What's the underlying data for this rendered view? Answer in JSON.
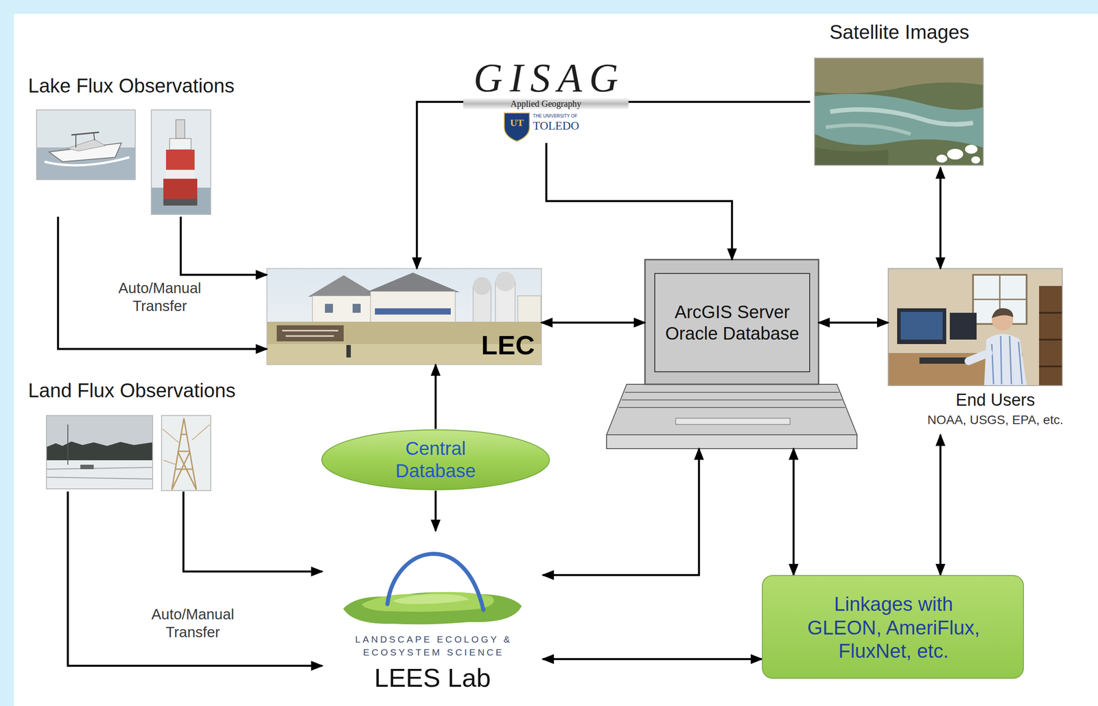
{
  "diagram": {
    "nodes": [
      {
        "text": [
          "Lake Flux Observations"
        ]
      },
      {
        "text": [
          "GISAG",
          "Applied Geography",
          "UT",
          "THE UNIVERSITY OF",
          "TOLEDO"
        ]
      },
      {
        "text": [
          "Satellite Images"
        ]
      },
      {
        "text": [
          "LEC"
        ]
      },
      {
        "text": [
          "ArcGIS Server Oracle Database"
        ]
      },
      {
        "text": [
          "End Users",
          "NOAA, USGS, EPA, etc."
        ]
      },
      {
        "text": [
          "Land Flux Observations"
        ]
      },
      {
        "text": [
          "Central Database"
        ]
      },
      {
        "text": [
          "LANDSCAPE ECOLOGY & ECOSYSTEM SCIENCE",
          "LEES Lab"
        ]
      },
      {
        "text": [
          "Linkages with GLEON, AmeriFlux, FluxNet, etc."
        ]
      }
    ],
    "edges": [
      {
        "from": 0,
        "to": 3,
        "arrow": "to"
      },
      {
        "from": 0,
        "to": 3,
        "arrow": "to"
      },
      {
        "from": 2,
        "to": 1,
        "arrow": "none"
      },
      {
        "from": 1,
        "to": 3,
        "arrow": "to"
      },
      {
        "from": 1,
        "to": 4,
        "arrow": "to"
      },
      {
        "from": 3,
        "to": 4,
        "arrow": "both"
      },
      {
        "from": 4,
        "to": 5,
        "arrow": "both"
      },
      {
        "from": 2,
        "to": 5,
        "arrow": "both"
      },
      {
        "from": 7,
        "to": 3,
        "arrow": "to"
      },
      {
        "from": 7,
        "to": 8,
        "arrow": "to"
      },
      {
        "from": 6,
        "to": 8,
        "arrow": "to"
      },
      {
        "from": 6,
        "to": 8,
        "arrow": "to"
      },
      {
        "from": 8,
        "to": 4,
        "arrow": "both"
      },
      {
        "from": 4,
        "to": 9,
        "arrow": "both"
      },
      {
        "from": 5,
        "to": 9,
        "arrow": "both"
      },
      {
        "from": 8,
        "to": 9,
        "arrow": "both"
      }
    ],
    "labels": [
      "Auto/Manual Transfer",
      "Auto/Manual Transfer"
    ]
  }
}
